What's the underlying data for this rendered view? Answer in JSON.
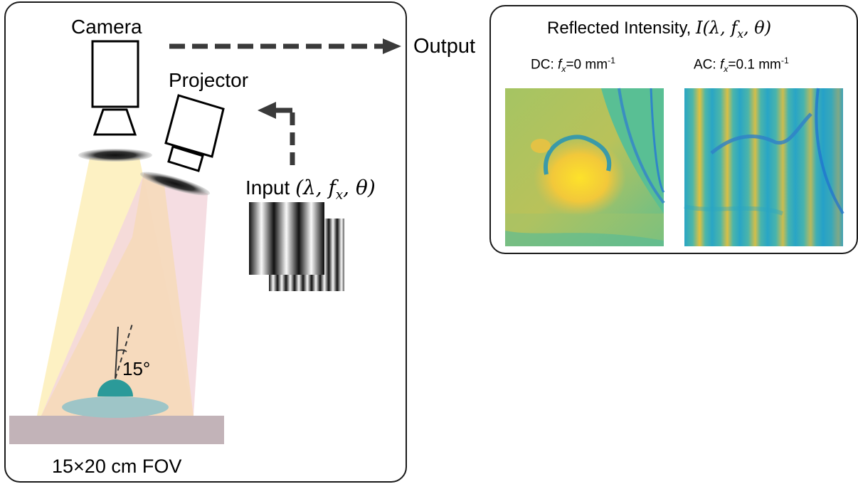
{
  "labels": {
    "camera": "Camera",
    "projector": "Projector",
    "output": "Output",
    "input_prefix": "Input ",
    "input_math": "(λ, f",
    "input_sub": "x",
    "input_math_end": ", θ)",
    "angle": "15°",
    "fov": "15×20 cm FOV"
  },
  "results": {
    "title_prefix": "Reflected Intensity, ",
    "title_math": "I(λ, f",
    "title_sub": "x",
    "title_math_end": ", θ)",
    "dc_prefix": "DC: ",
    "dc_var": "f",
    "dc_sub": "x",
    "dc_value": "=0 mm",
    "dc_sup": "-1",
    "ac_prefix": "AC: ",
    "ac_var": "f",
    "ac_sub": "x",
    "ac_value": "=0.1 mm",
    "ac_sup": "-1"
  },
  "colors": {
    "camera_beam": "#fdf1c3",
    "projector_beam": "#f3d7dd",
    "beam_overlap": "#f6d9b3",
    "stage": "#c2b3b8",
    "tissue_base": "#9ec5c7",
    "tissue_lesion": "#2b9a99",
    "arrow": "#3a3a3a"
  }
}
